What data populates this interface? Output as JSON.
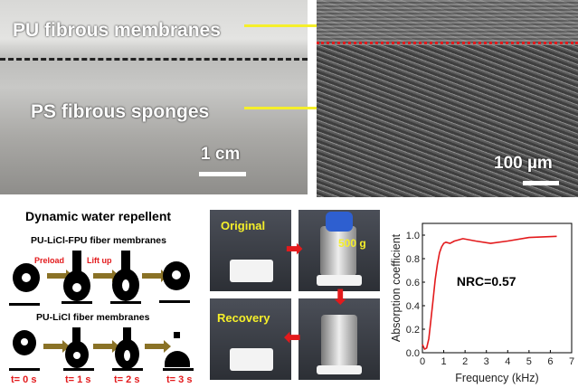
{
  "photo_panel": {
    "top_label": "PU fibrous membranes",
    "bottom_label": "PS fibrous sponges",
    "scale": "1 cm"
  },
  "sem_panel": {
    "scale": "100 µm"
  },
  "water_panel": {
    "title": "Dynamic water repellent",
    "row1_title": "PU-LiCl-FPU fiber membranes",
    "row2_title": "PU-LiCl fiber membranes",
    "preload": "Preload",
    "lift_up": "Lift up",
    "times": [
      "t= 0 s",
      "t= 1 s",
      "t= 2 s",
      "t= 3 s"
    ]
  },
  "recovery_panel": {
    "original": "Original",
    "weight": "500 g",
    "recovery": "Recovery"
  },
  "colors": {
    "red": "#e31a1c",
    "yellow": "#f5ef2a",
    "arrow_brown": "#8a7226"
  },
  "chart_data": {
    "type": "line",
    "xlabel": "Frequency (kHz)",
    "ylabel": "Absorption coefficient",
    "xlim": [
      0,
      7
    ],
    "ylim": [
      0,
      1.1
    ],
    "xticks": [
      "0",
      "1",
      "2",
      "3",
      "4",
      "5",
      "6",
      "7"
    ],
    "yticks": [
      "0.0",
      "0.2",
      "0.4",
      "0.6",
      "0.8",
      "1.0"
    ],
    "annotation": "NRC=0.57",
    "series": [
      {
        "name": "absorption",
        "color": "#e31a1c",
        "x": [
          0,
          0.1,
          0.2,
          0.3,
          0.4,
          0.5,
          0.6,
          0.7,
          0.8,
          0.9,
          1.0,
          1.1,
          1.3,
          1.5,
          1.9,
          2.5,
          3.2,
          4.0,
          5.0,
          6.3
        ],
        "y": [
          0.07,
          0.03,
          0.04,
          0.12,
          0.28,
          0.45,
          0.62,
          0.75,
          0.85,
          0.9,
          0.93,
          0.94,
          0.93,
          0.95,
          0.97,
          0.95,
          0.93,
          0.95,
          0.98,
          0.99
        ]
      }
    ]
  }
}
